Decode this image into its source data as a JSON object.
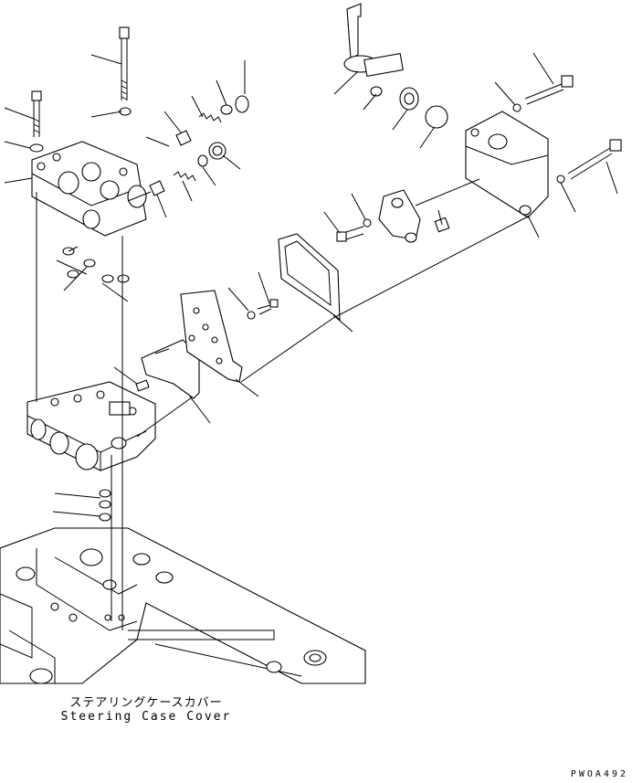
{
  "caption": {
    "japanese": "ステアリングケースカバー",
    "english": "Steering Case Cover"
  },
  "drawing_code": "PWOA492"
}
